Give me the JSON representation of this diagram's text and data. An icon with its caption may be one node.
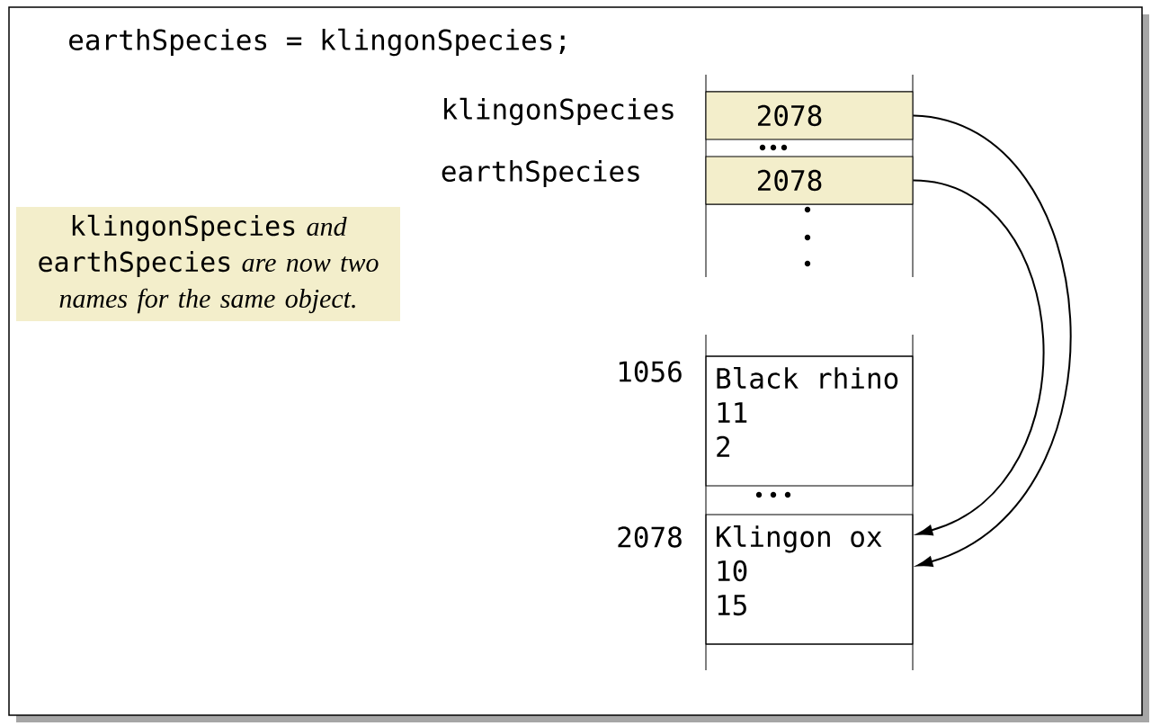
{
  "diagram": {
    "nodes": [
      {
        "text": [
          "2078"
        ],
        "beside": [
          "klingonSpecies"
        ]
      },
      {
        "text": [
          "2078"
        ],
        "beside": [
          "earthSpecies"
        ]
      },
      {
        "text": [
          "Black rhino",
          "11",
          "2"
        ],
        "beside": [
          "1056"
        ]
      },
      {
        "text": [
          "Klingon ox",
          "10",
          "15"
        ],
        "beside": [
          "2078"
        ]
      },
      {
        "text": [
          "klingonSpecies *and* earthSpecies *are now two names for the same object.*"
        ]
      }
    ],
    "edges": [
      {
        "from": 1,
        "to": 3,
        "arrow": "to"
      },
      {
        "from": 0,
        "to": 3,
        "arrow": "to"
      }
    ],
    "labels": [
      "earthSpecies = klingonSpecies;"
    ]
  }
}
